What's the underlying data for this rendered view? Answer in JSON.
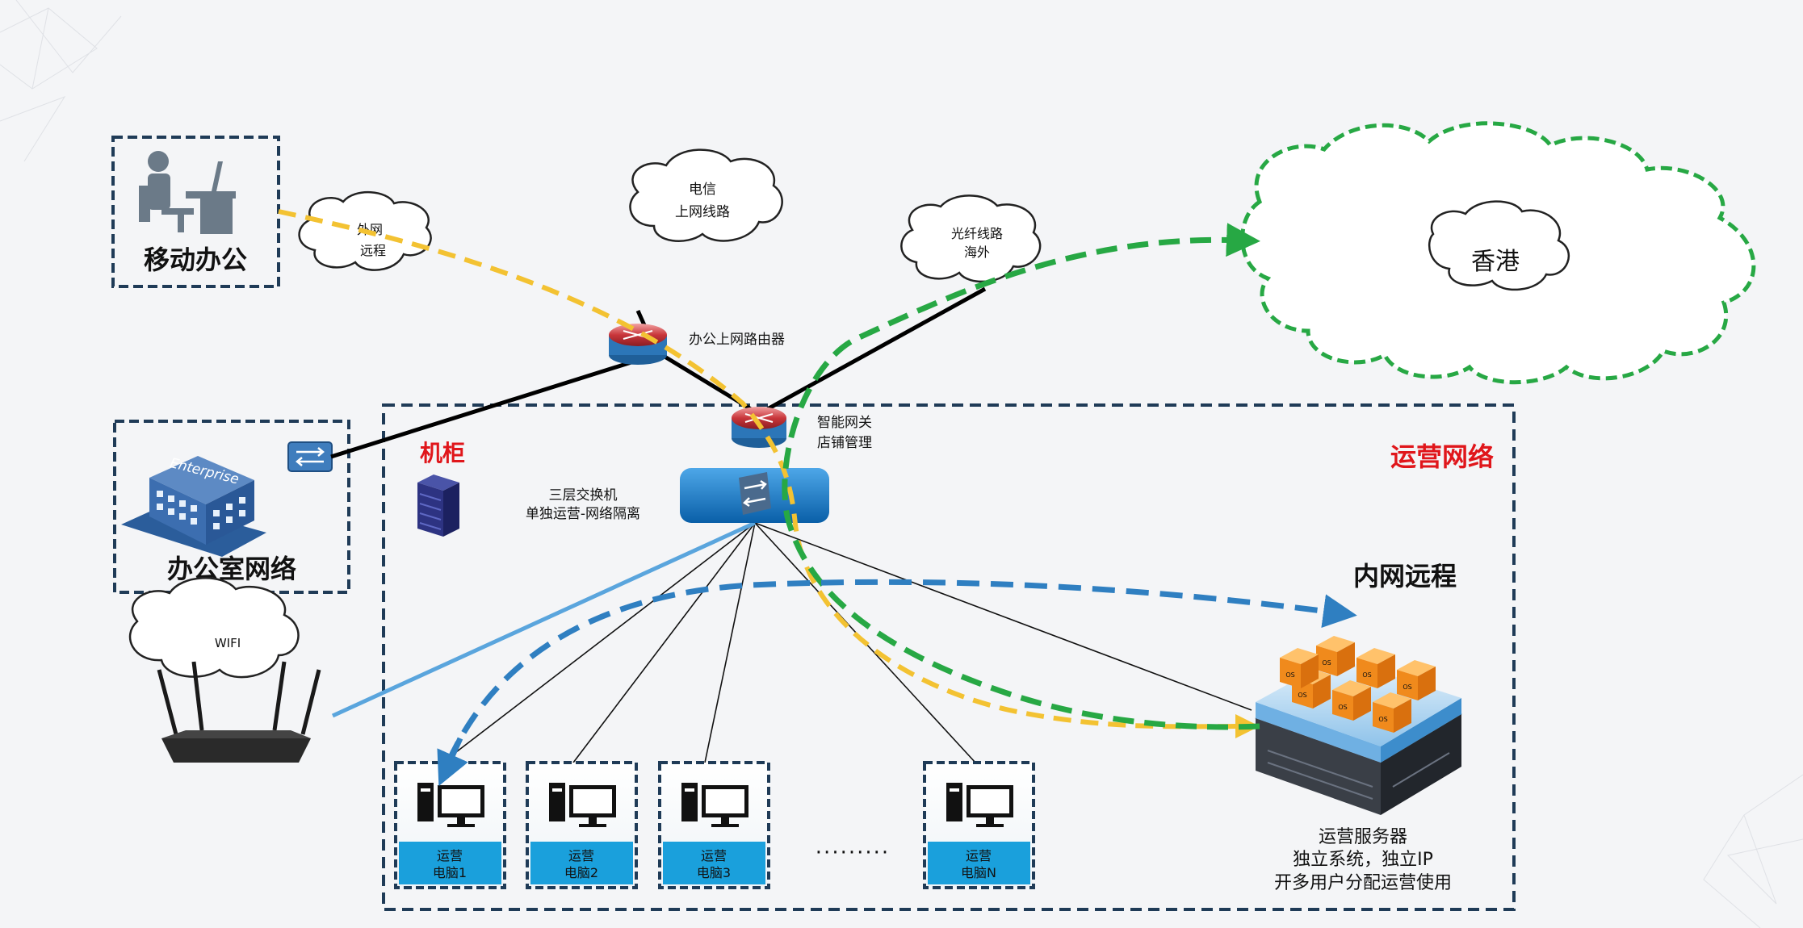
{
  "labels": {
    "mobile_office": "移动办公",
    "office_network": "办公室网络",
    "ext_remote_line1": "外网",
    "ext_remote_line2": "远程",
    "telecom_line1": "电信",
    "telecom_line2": "上网线路",
    "fiber_line1": "光纤线路",
    "fiber_line2": "海外",
    "hongkong": "香港",
    "office_router": "办公上网路由器",
    "gateway_line1": "智能网关",
    "gateway_line2": "店铺管理",
    "cabinet": "机柜",
    "ops_network": "运营网络",
    "switch_line1": "三层交换机",
    "switch_line2": "单独运营-网络隔离",
    "intranet_remote": "内网远程",
    "wifi": "WIFI",
    "enterprise": "Enterprise",
    "server_line1": "运营服务器",
    "server_line2": "独立系统，独立IP",
    "server_line3": "开多用户分配运营使用",
    "ellipsis": "·········"
  },
  "computers": [
    {
      "line1": "运营",
      "line2": "电脑1"
    },
    {
      "line1": "运营",
      "line2": "电脑2"
    },
    {
      "line1": "运营",
      "line2": "电脑3"
    },
    {
      "line1": "运营",
      "line2": "电脑N"
    }
  ],
  "vm_tag": "OS",
  "colors": {
    "yellow_path": "#f3c232",
    "green_path": "#27a844",
    "blue_path": "#2f7fc1",
    "dark_box": "#1f3b57",
    "ops_label": "#e0161b",
    "wire": "#000000",
    "light_blue_link": "#5aa5dd"
  }
}
